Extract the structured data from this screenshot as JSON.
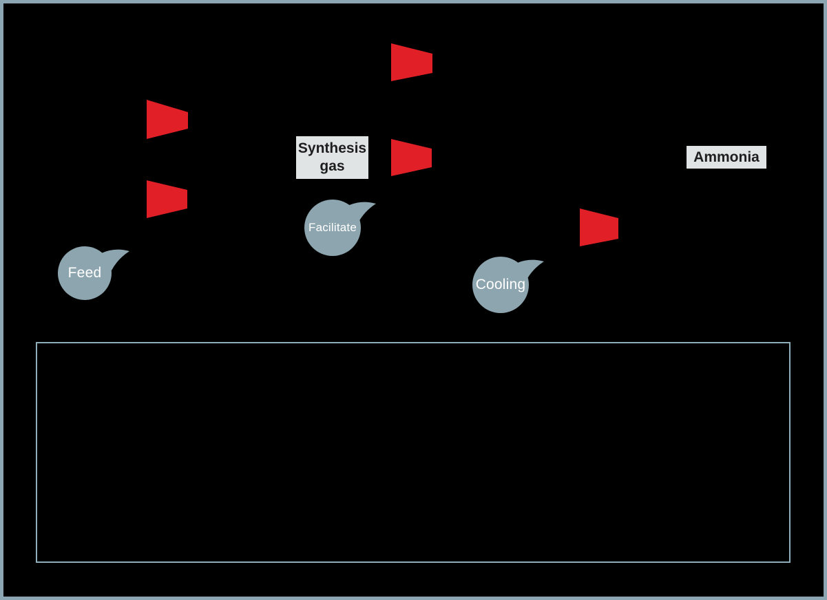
{
  "diagram": {
    "stream_labels": {
      "synthesis_gas": "Synthesis gas",
      "ammonia": "Ammonia"
    },
    "callouts": [
      {
        "id": "feed",
        "label": "Feed"
      },
      {
        "id": "facilitate",
        "label": "Facilitate"
      },
      {
        "id": "cooling",
        "label": "Cooling"
      }
    ],
    "icons": {
      "compressor": "red right-pointing trapezoid (compressor symbol), 5 instances",
      "callout_bubble": "gray-blue circle speech bubble with tail pointing upper-right"
    },
    "colors": {
      "background": "#000000",
      "frame_border": "#8CA7B3",
      "panel_border": "#8FAEBB",
      "compressor_red": "#E02026",
      "bubble_fill": "#8CA5AE",
      "bubble_text": "#FFFFFF",
      "label_background": "#E1E4E5",
      "label_text": "#1E1E1E"
    }
  }
}
